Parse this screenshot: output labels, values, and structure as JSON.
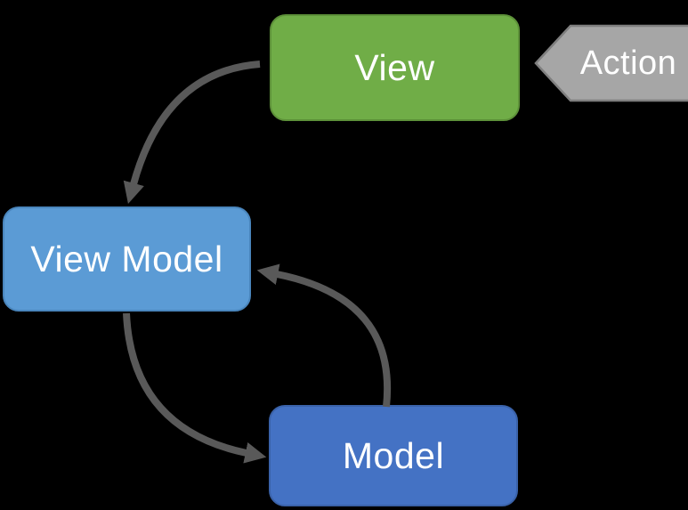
{
  "background_color": "#000000",
  "text_color": "#FFFFFF",
  "nodes": {
    "view": {
      "label": "View",
      "fill": "#70AD47",
      "border": "#5d9139"
    },
    "view_model": {
      "label": "View Model",
      "fill": "#5B9BD5",
      "border": "#4a86bd"
    },
    "model": {
      "label": "Model",
      "fill": "#4472C4",
      "border": "#3a62a9"
    },
    "action": {
      "label": "Action",
      "fill": "#A6A6A6",
      "border": "#7F7F7F"
    }
  },
  "arrows": {
    "color": "#595959",
    "connections": [
      {
        "from": "Action",
        "to": "View"
      },
      {
        "from": "View",
        "to": "View Model"
      },
      {
        "from": "View Model",
        "to": "Model"
      },
      {
        "from": "Model",
        "to": "View Model"
      }
    ]
  }
}
